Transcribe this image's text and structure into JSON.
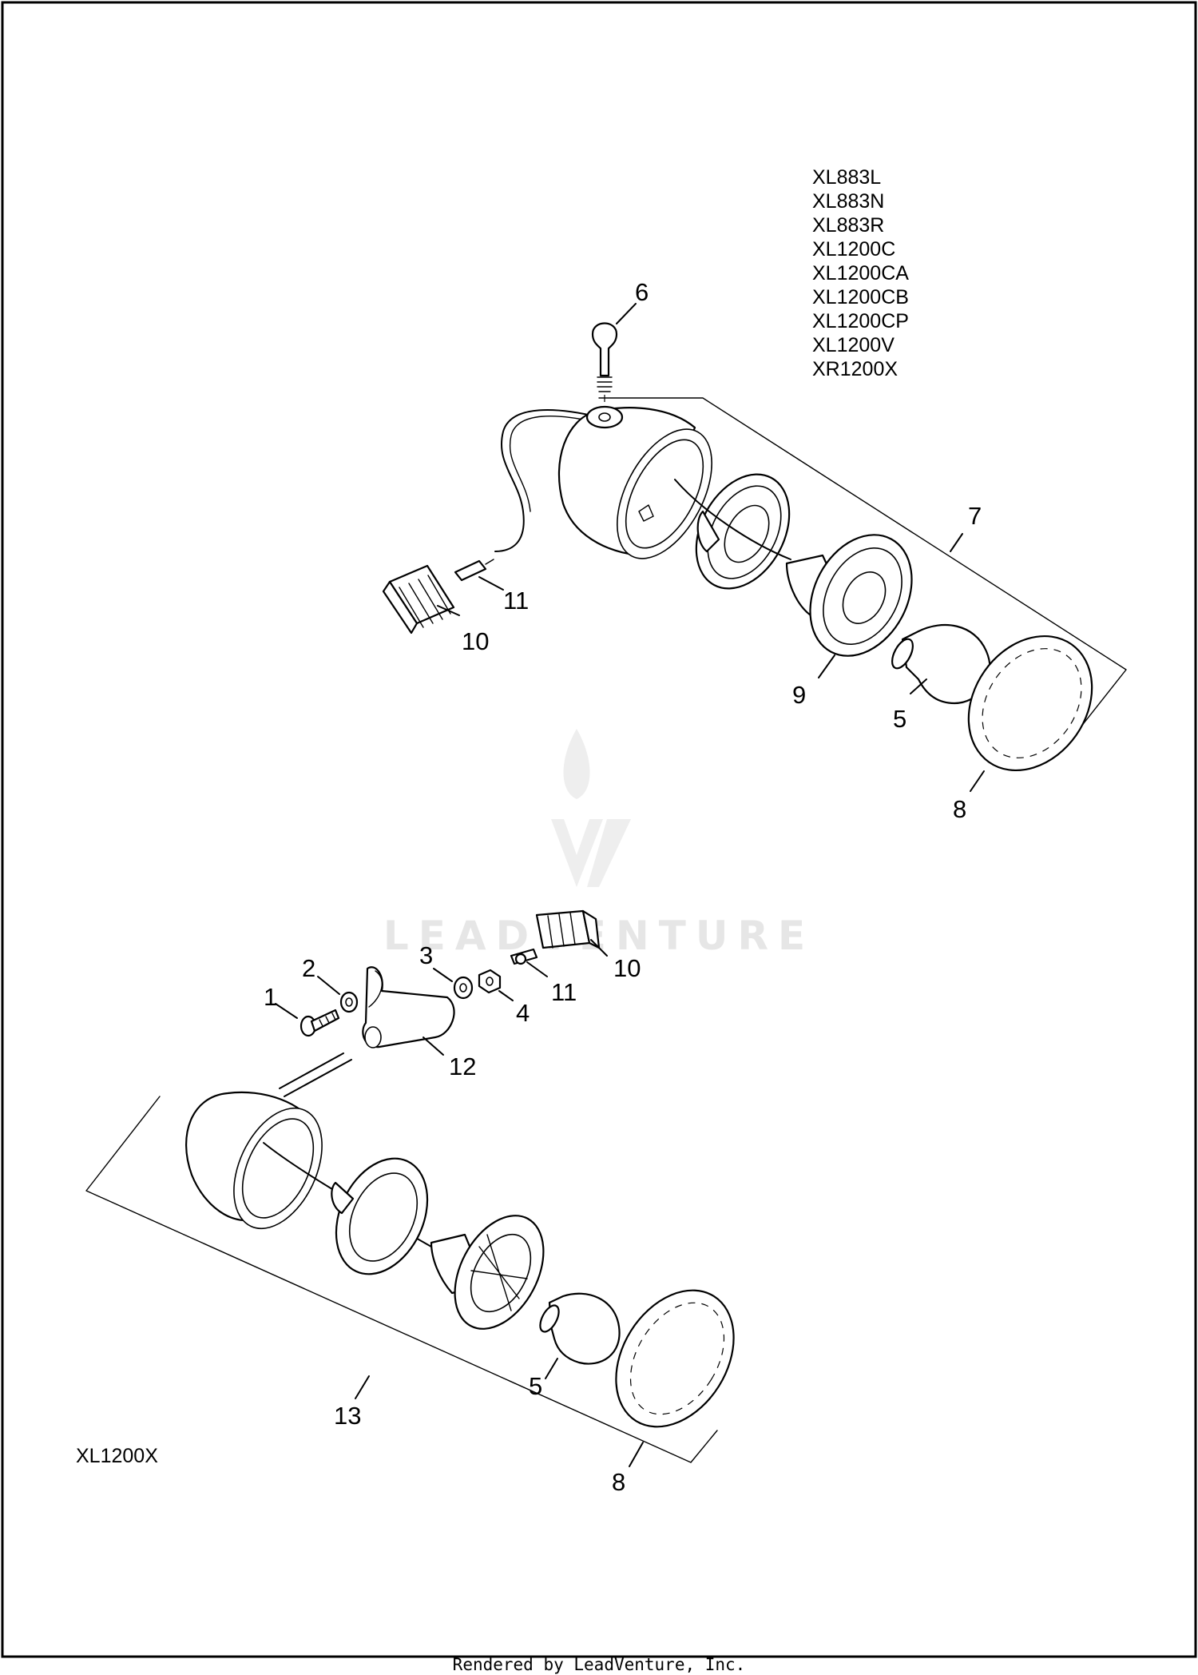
{
  "models_top": [
    "XL883L",
    "XL883N",
    "XL883R",
    "XL1200C",
    "XL1200CA",
    "XL1200CB",
    "XL1200CP",
    "XL1200V",
    "XR1200X"
  ],
  "model_bottom": "XL1200X",
  "callouts_top": [
    "6",
    "7",
    "11",
    "10",
    "9",
    "5",
    "8"
  ],
  "callouts_bottom": [
    "2",
    "1",
    "3",
    "4",
    "11",
    "10",
    "12",
    "5",
    "13",
    "8"
  ],
  "watermark": {
    "brand": "LEADVENTURE",
    "color": "#e6e6e6"
  },
  "footer": "Rendered by LeadVenture, Inc."
}
